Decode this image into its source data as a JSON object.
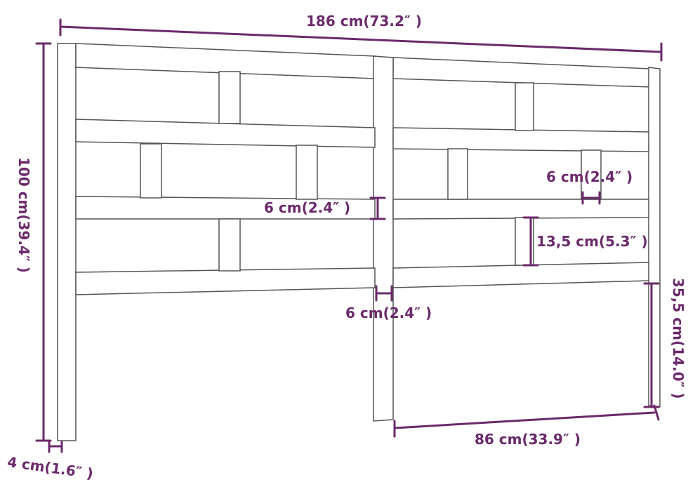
{
  "colors": {
    "dimension": "#6b2a6b",
    "outline": "#555555",
    "wood": "#ffffff"
  },
  "dimensions": {
    "total_width": "186 cm(73.2″ )",
    "total_height": "100 cm(39.4″ )",
    "post_width": "4 cm(1.6″ )",
    "slat_gap_vertical_spacer": "6 cm(2.4″ )",
    "center_post_width": "6 cm(2.4″ )",
    "small_spacer_width": "6 cm(2.4″ )",
    "opening_height": "13,5 cm(5.3″ )",
    "leg_height": "35,5 cm(14.0″ )",
    "half_width": "86 cm(33.9″ )"
  }
}
